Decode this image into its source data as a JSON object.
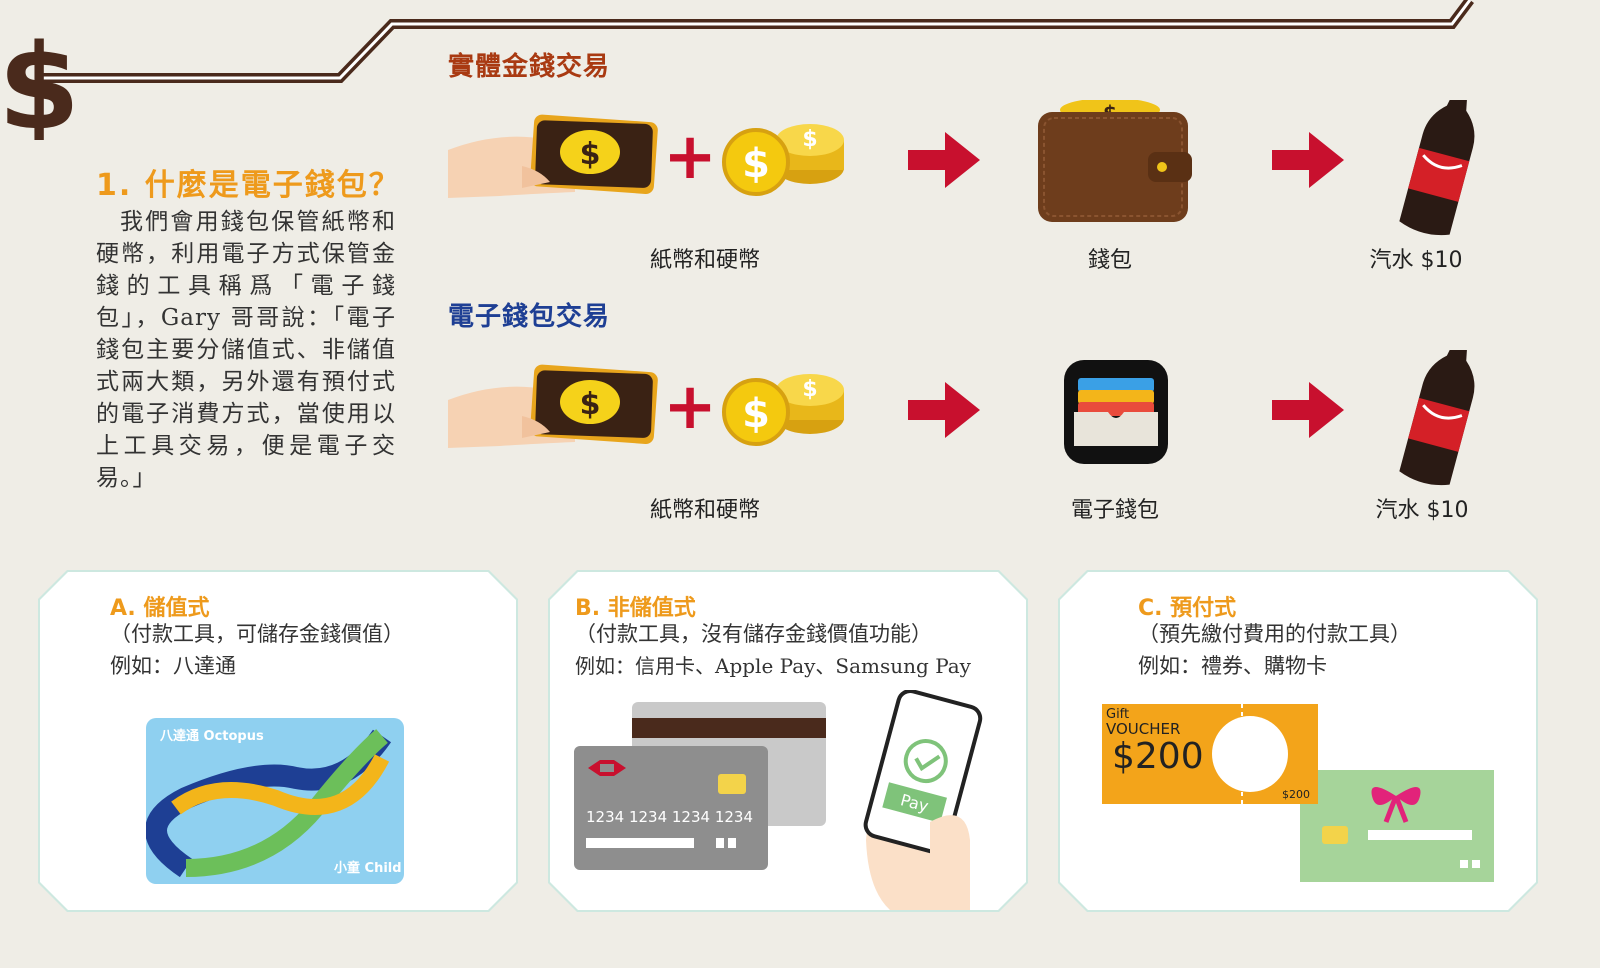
{
  "physical_section": {
    "title": "實體金錢交易",
    "color": "#a93a12"
  },
  "ewallet_section": {
    "title": "電子錢包交易",
    "color": "#1e3f94"
  },
  "question": {
    "title": "1. 什麼是電子錢包？",
    "body": "我們會用錢包保管紙幣和硬幣，利用電子方式保管金錢的工具稱爲「電子錢包」，Gary 哥哥說：「電子錢包主要分儲值式、非儲值式兩大類，另外還有預付式的電子消費方式，當使用以上工具交易，便是電子交易。」"
  },
  "row1": {
    "money_label": "紙幣和硬幣",
    "wallet_label": "錢包",
    "drink_label": "汽水 $10"
  },
  "row2": {
    "money_label": "紙幣和硬幣",
    "wallet_label": "電子錢包",
    "drink_label": "汽水 $10"
  },
  "icons": {
    "coin_symbol": "$",
    "plus": "+",
    "logo": "$"
  },
  "cards": [
    {
      "title": "A. 儲值式",
      "line1": "（付款工具，可儲存金錢價值）",
      "line2": "例如：八達通",
      "octopus_brand": "八達通 Octopus",
      "octopus_type": "小童 Child"
    },
    {
      "title": "B. 非儲值式",
      "line1": "（付款工具，沒有儲存金錢價值功能）",
      "line2": "例如：信用卡、Apple Pay、Samsung Pay",
      "card_number": "1234 1234 1234 1234",
      "pay_label": "Pay"
    },
    {
      "title": "C. 預付式",
      "line1": "（預先繳付費用的付款工具）",
      "line2": "例如：禮券、購物卡",
      "voucher_gift": "Gift",
      "voucher_word": "VOUCHER",
      "voucher_amount": "$200",
      "voucher_small": "$200"
    }
  ],
  "colors": {
    "accent_orange": "#ee9a1c",
    "arrow_red": "#c8102e",
    "card_border": "#cde8e0"
  }
}
